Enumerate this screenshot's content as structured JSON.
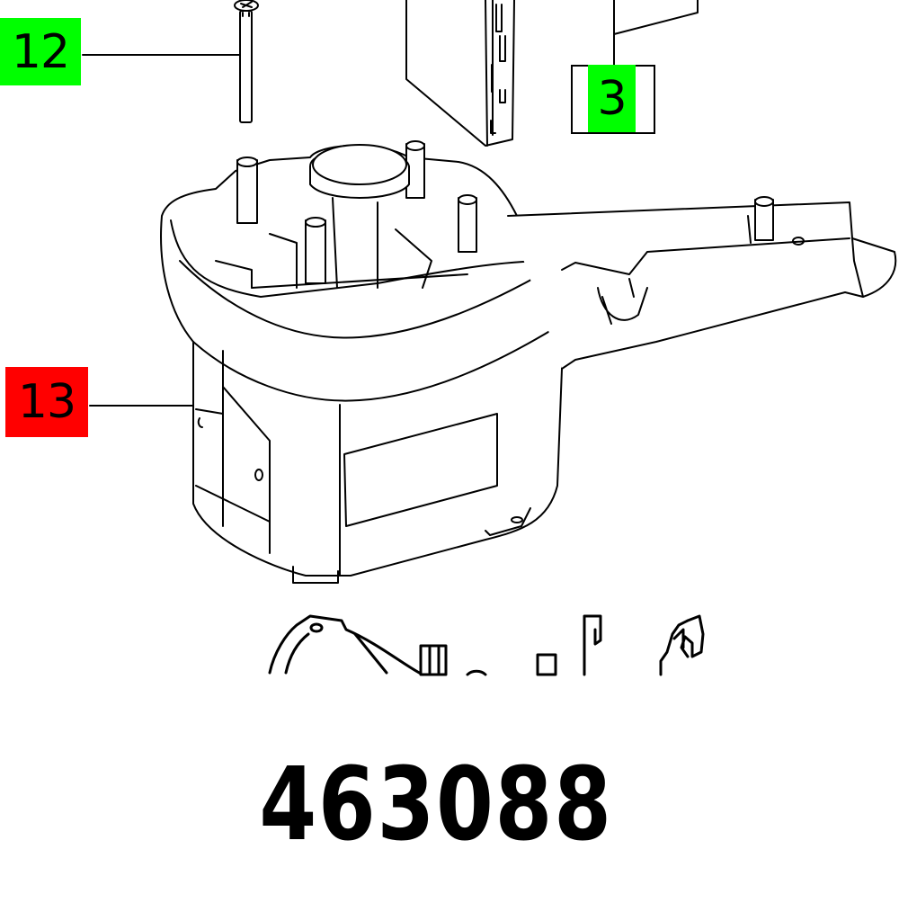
{
  "diagram": {
    "type": "exploded parts drawing",
    "callouts": [
      {
        "id": "12",
        "label": "12",
        "color": "#00ff00",
        "target": "screw"
      },
      {
        "id": "3",
        "label": "3",
        "color": "#00ff00",
        "target": "circuit board / electronic module"
      },
      {
        "id": "13",
        "label": "13",
        "color": "#ff0000",
        "target": "motor housing"
      }
    ],
    "part_number": "463088"
  }
}
